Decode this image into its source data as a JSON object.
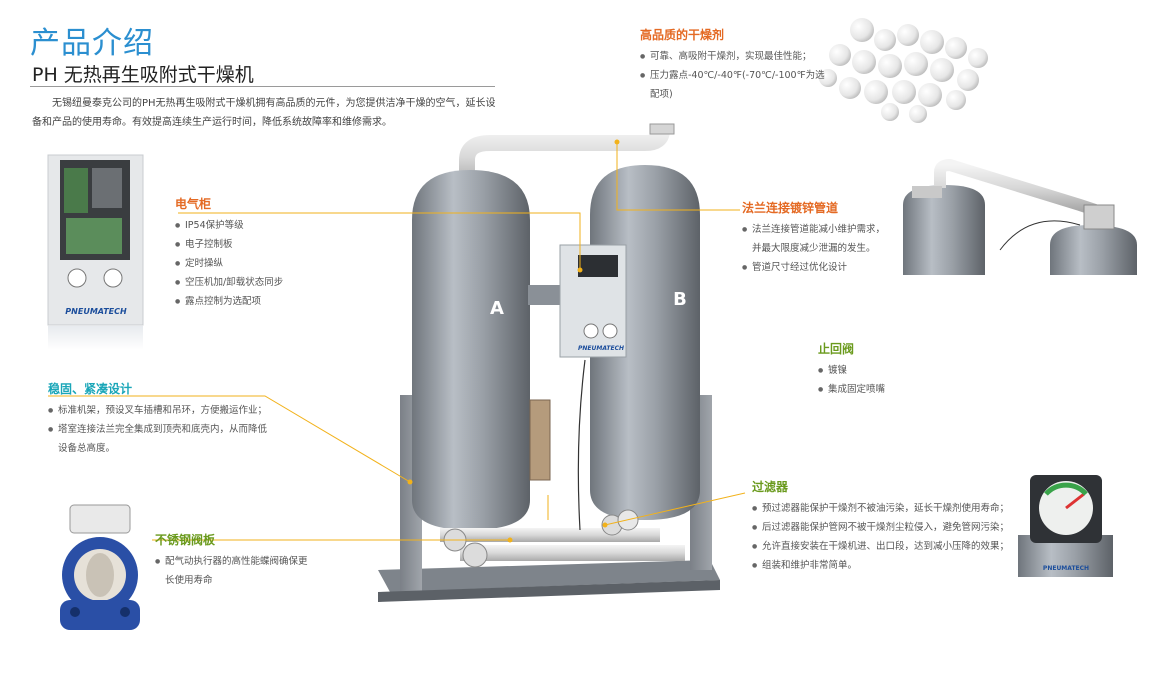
{
  "header": {
    "title": "产品介绍",
    "subtitle": "PH 无热再生吸附式干燥机",
    "intro": "无锡纽曼泰克公司的PH无热再生吸附式干燥机拥有高品质的元件，为您提供洁净干燥的空气，延长设备和产品的使用寿命。有效提高连续生产运行时间，降低系统故障率和维修需求。"
  },
  "sections": {
    "desiccant": {
      "title": "高品质的干燥剂",
      "items": [
        "可靠、高吸附干燥剂，实现最佳性能；",
        "压力露点-40℃/-40℉(-70℃/-100℉为选配项)"
      ]
    },
    "cabinet": {
      "title": "电气柜",
      "items": [
        "IP54保护等级",
        "电子控制板",
        "定时操纵",
        "空压机加/卸载状态同步",
        "露点控制为选配项"
      ]
    },
    "flange": {
      "title": "法兰连接镀锌管道",
      "items": [
        "法兰连接管道能减小维护需求，并最大限度减少泄漏的发生。",
        "管道尺寸经过优化设计"
      ]
    },
    "check_valve": {
      "title": "止回阀",
      "items": [
        "镀镍",
        "集成固定喷嘴"
      ]
    },
    "design": {
      "title": "稳固、紧凑设计",
      "items": [
        "标准机架，预设叉车插槽和吊环，方便搬运作业；",
        "塔室连接法兰完全集成到顶壳和底壳内，从而降低设备总高度。"
      ]
    },
    "filter": {
      "title": "过滤器",
      "items": [
        "预过滤器能保护干燥剂不被油污染，延长干燥剂使用寿命；",
        "后过滤器能保护管网不被干燥剂尘粒侵入，避免管网污染；",
        "允许直接安装在干燥机进、出口段，达到减小压降的效果；",
        "组装和维护非常简单。"
      ]
    },
    "valve_plate": {
      "title": "不锈钢阀板",
      "items": [
        "配气动执行器的高性能蝶阀确保更长使用寿命"
      ]
    }
  },
  "product": {
    "tower_a": "A",
    "tower_b": "B",
    "brand": "PNEUMATECH"
  },
  "colors": {
    "title_blue": "#2b8fd0",
    "orange": "#e46a24",
    "green": "#6a9a1d",
    "teal": "#1aa6b8",
    "leader": "#f2b21b"
  }
}
